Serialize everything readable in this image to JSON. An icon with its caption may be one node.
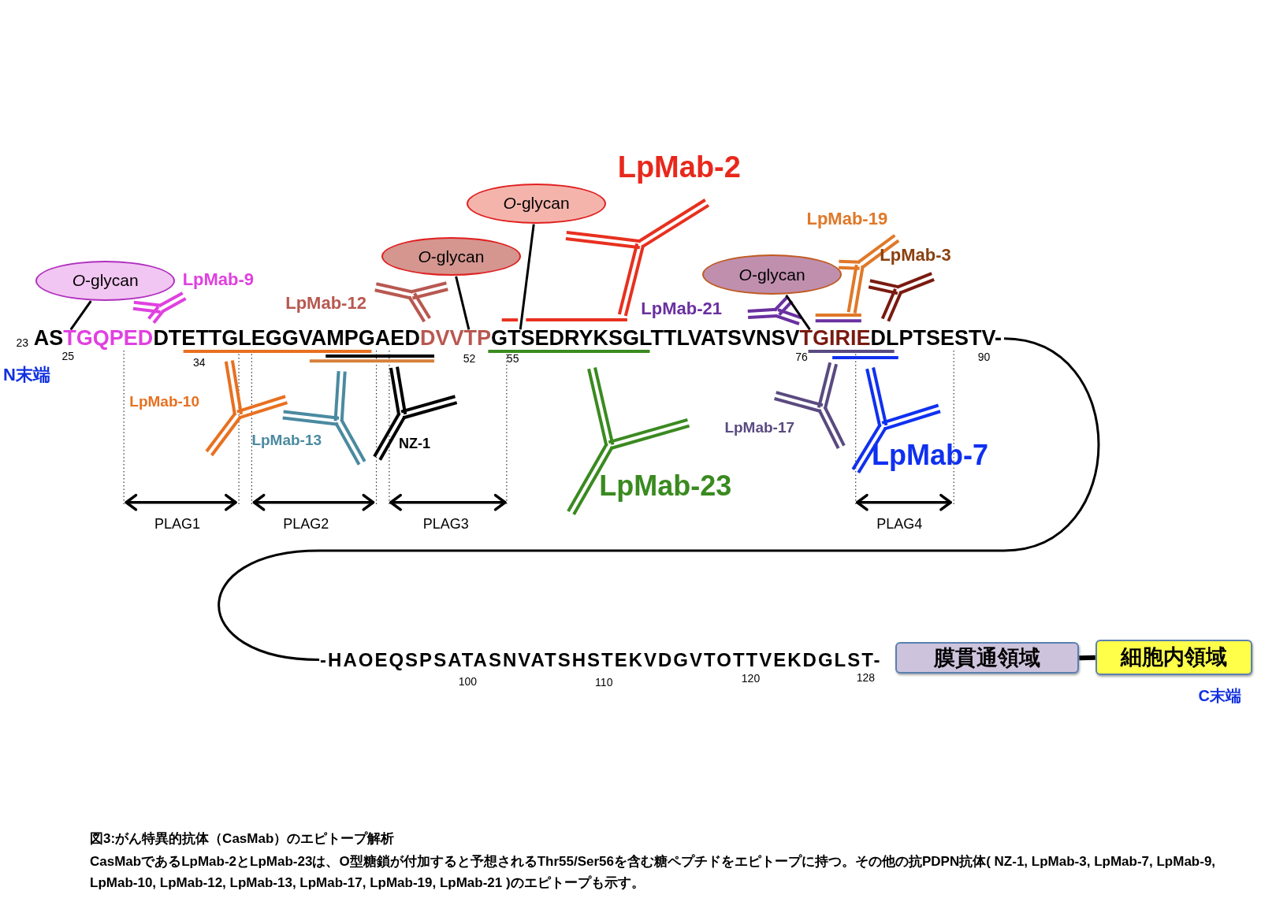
{
  "diagram": {
    "title": "図3:がん特異的抗体（CasMab）のエピトープ解析",
    "caption": "CasMabであるLpMab-2とLpMab-23は、O型糖鎖が付加すると予想されるThr55/Ser56を含む糖ペプチドをエピトープに持つ。その他の抗PDPN抗体( NZ-1, LpMab-3, LpMab-7, LpMab-9, LpMab-10, LpMab-12, LpMab-13, LpMab-17, LpMab-19, LpMab-21 )のエピトープも示す。",
    "nodes": [
      {
        "text": [
          "AS",
          "TGQPED",
          "DTETTGLEGGVAMPGAED",
          "DVVTP",
          "GTSEDRYKSGLTTLVATSVNSV",
          "TGIRIE",
          "DLPTSESTV-"
        ]
      },
      {
        "text": [
          "-HAOEQSPSATASNVATSHSTEKVDGVTOTTVEKDGLST-"
        ]
      },
      {
        "text": [
          "膜貫通領域"
        ]
      },
      {
        "text": [
          "細胞内領域"
        ]
      },
      {
        "text": [
          "*O*-glycan"
        ]
      },
      {
        "text": [
          "*O*-glycan"
        ]
      },
      {
        "text": [
          "*O*-glycan"
        ]
      },
      {
        "text": [
          "*O*-glycan"
        ]
      }
    ],
    "edges": [
      {
        "from": 0,
        "to": 1,
        "arrow": "none"
      },
      {
        "from": 2,
        "to": 3,
        "arrow": "none",
        "style": "thick"
      },
      {
        "from": 4,
        "to": 0,
        "arrow": "none"
      },
      {
        "from": 5,
        "to": 0,
        "arrow": "none"
      },
      {
        "from": 6,
        "to": 0,
        "arrow": "none"
      },
      {
        "from": 7,
        "to": 0,
        "arrow": "none"
      }
    ],
    "labels": [
      "LpMab-2",
      "LpMab-19",
      "LpMab-3",
      "LpMab-9",
      "LpMab-12",
      "LpMab-21",
      "23",
      "25",
      "34",
      "52",
      "55",
      "76",
      "90",
      "N末端",
      "LpMab-10",
      "LpMab-13",
      "NZ-1",
      "LpMab-17",
      "LpMab-7",
      "LpMab-23",
      "PLAG1",
      "PLAG2",
      "PLAG3",
      "PLAG4",
      "100",
      "110",
      "120",
      "128",
      "C末端"
    ]
  }
}
